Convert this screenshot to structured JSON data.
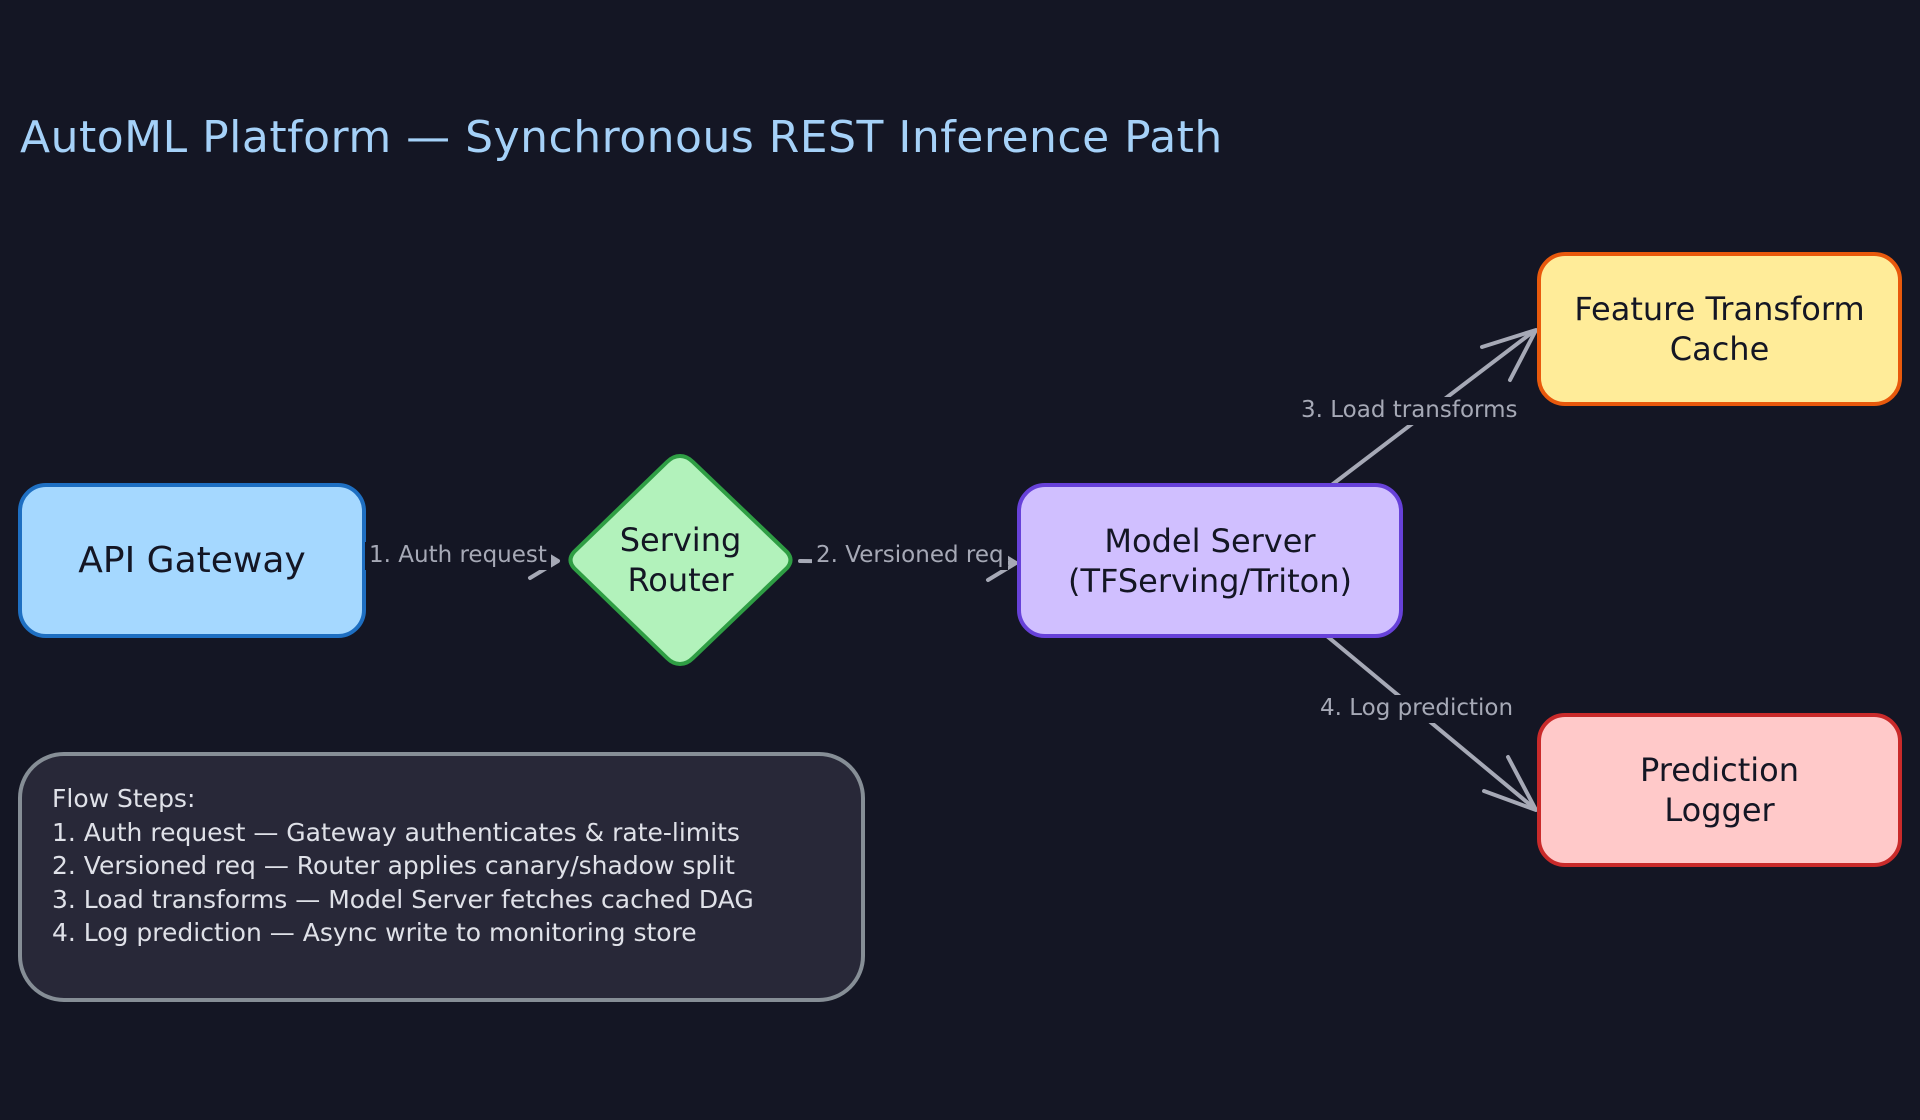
{
  "title": "AutoML Platform — Synchronous REST Inference Path",
  "nodes": {
    "gateway": {
      "label": [
        "API Gateway"
      ]
    },
    "router": {
      "label": [
        "Serving",
        "Router"
      ]
    },
    "model": {
      "label": [
        "Model Server",
        "(TFServing/Triton)"
      ]
    },
    "feature": {
      "label": [
        "Feature Transform",
        "Cache"
      ]
    },
    "logger": {
      "label": [
        "Prediction",
        "Logger"
      ]
    }
  },
  "edges": {
    "auth": "1. Auth request",
    "versioned": "2. Versioned req",
    "load": "3. Load transforms",
    "log": "4. Log prediction"
  },
  "flow": {
    "heading": "Flow Steps:",
    "steps": [
      "1. Auth request — Gateway authenticates & rate-limits",
      "2. Versioned req — Router applies canary/shadow split",
      "3. Load transforms — Model Server fetches cached DAG",
      "4. Log prediction — Async write to monitoring store"
    ]
  },
  "colors": {
    "background": "#141624",
    "title": "#a5d1f8",
    "gateway_fill": "#a5d8ff",
    "gateway_stroke": "#1e6fc2",
    "router_fill": "#b2f2bb",
    "router_stroke": "#2f9e44",
    "model_fill": "#d0bfff",
    "model_stroke": "#6741d9",
    "feature_fill": "#ffec99",
    "feature_stroke": "#e8590c",
    "logger_fill": "#ffc9c9",
    "logger_stroke": "#c92a2a",
    "arrow": "#a6a9b6"
  }
}
